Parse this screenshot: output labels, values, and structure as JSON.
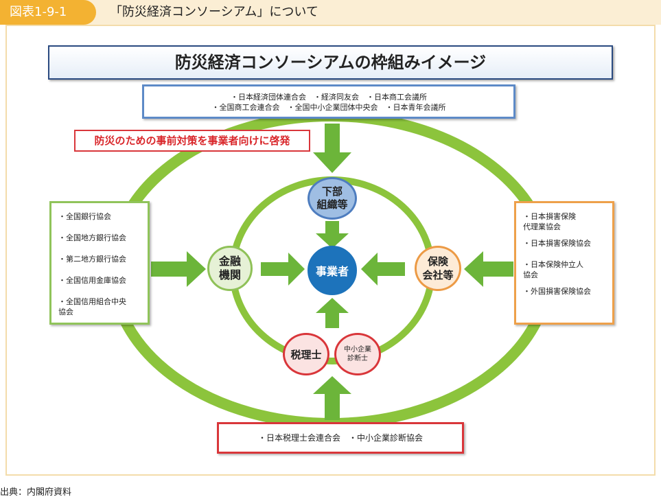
{
  "header": {
    "figure_number": "図表1-9-1",
    "title": "「防災経済コンソーシアム」について"
  },
  "diagram": {
    "main_title": "防災経済コンソーシアムの枠組みイメージ",
    "top_orgs": {
      "line1": "・日本経済団体連合会　・経済同友会　・日本商工会議所",
      "line2": "・全国商工会連合会　・全国中小企業団体中央会　・日本青年会議所"
    },
    "note": "防災のための事前対策を事業者向けに啓発",
    "left_orgs": [
      "・全国銀行協会",
      "・全国地方銀行協会",
      "・第二地方銀行協会",
      "・全国信用金庫協会",
      "・全国信用組合中央\n 協会"
    ],
    "right_orgs": [
      "・日本損害保険\n 代理業協会",
      "・日本損害保険協会",
      "・日本保険仲立人\n 協会",
      "・外国損害保険協会"
    ],
    "bottom_orgs": "・日本税理士会連合会　・中小企業診断協会",
    "nodes": {
      "subsidiaries": "下部\n組織等",
      "financial": "金融\n機関",
      "business": "事業者",
      "insurance": "保険\n会社等",
      "tax": "税理士",
      "consultant": "中小企業\n診断士"
    },
    "colors": {
      "ring": "#8cc43c",
      "arrow": "#6cb53a",
      "blue": "#1d73bb",
      "red": "#d9363a",
      "orange": "#ec9a45"
    }
  },
  "source": "出典：内閣府資料"
}
